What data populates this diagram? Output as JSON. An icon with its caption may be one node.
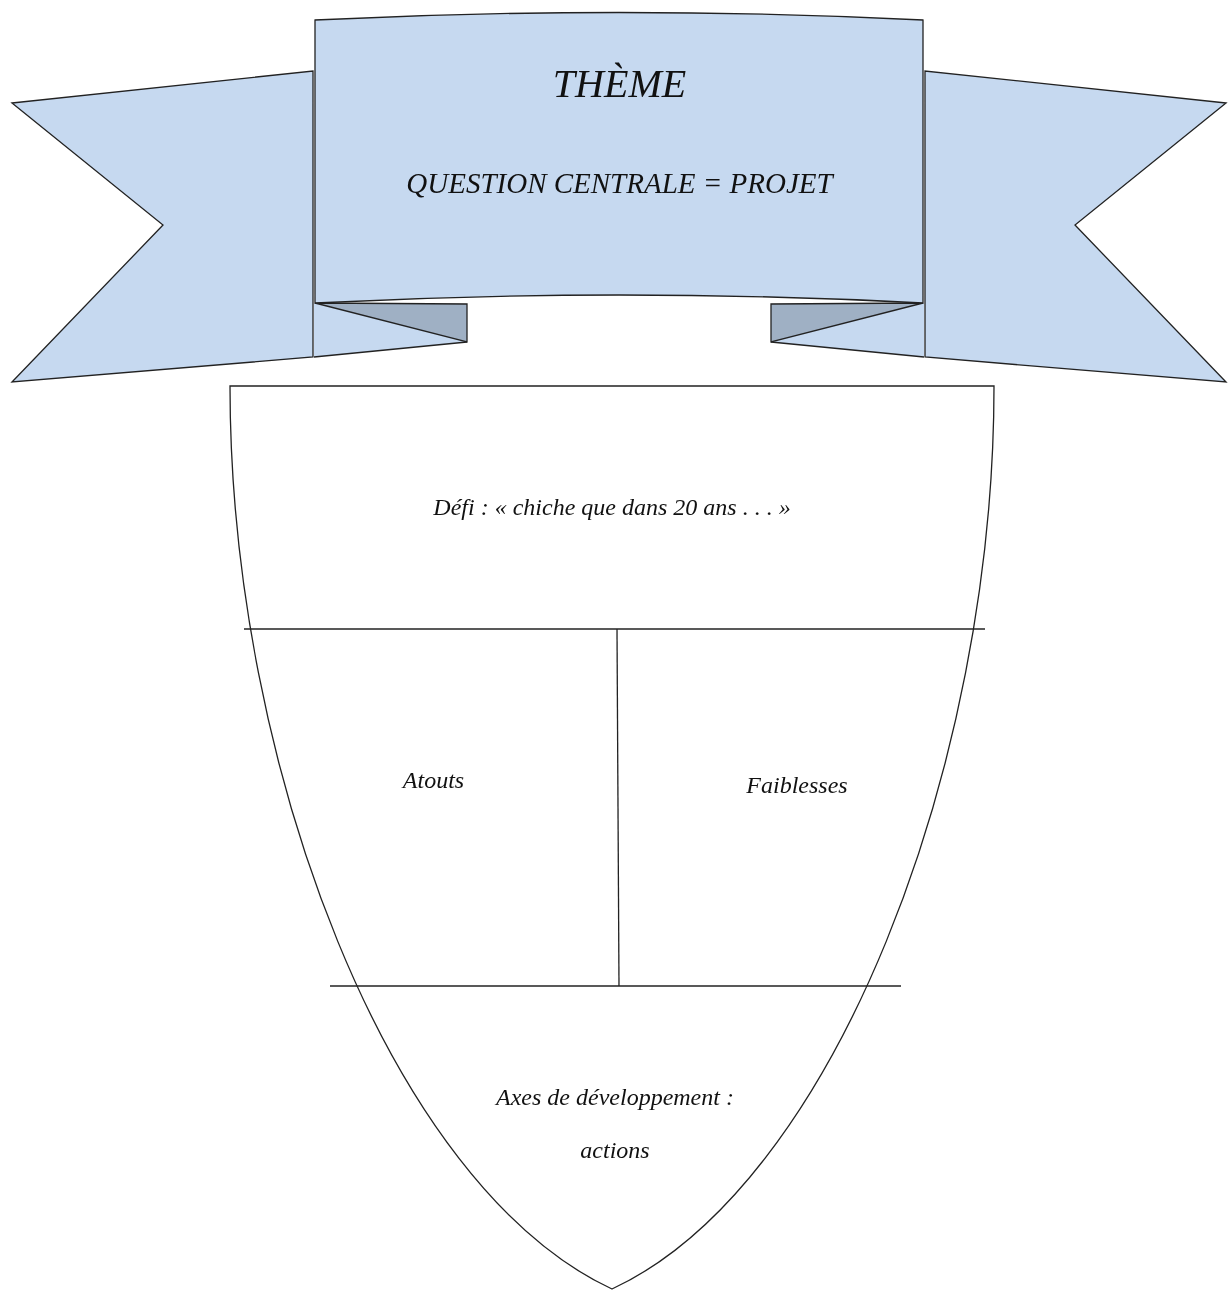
{
  "diagram": {
    "nodes": [
      {
        "text": [
          "THÈME",
          "QUESTION CENTRALE = PROJET"
        ]
      },
      {
        "text": [],
        "shape": "shield"
      },
      {
        "text": [
          "Défi : « chiche que dans 20 ans . . . »"
        ],
        "in": 1
      },
      {
        "text": [
          "Atouts"
        ],
        "in": 1
      },
      {
        "text": [
          "Faiblesses"
        ],
        "in": 1
      },
      {
        "text": [
          "Axes de développement : actions"
        ],
        "in": 1
      }
    ]
  }
}
